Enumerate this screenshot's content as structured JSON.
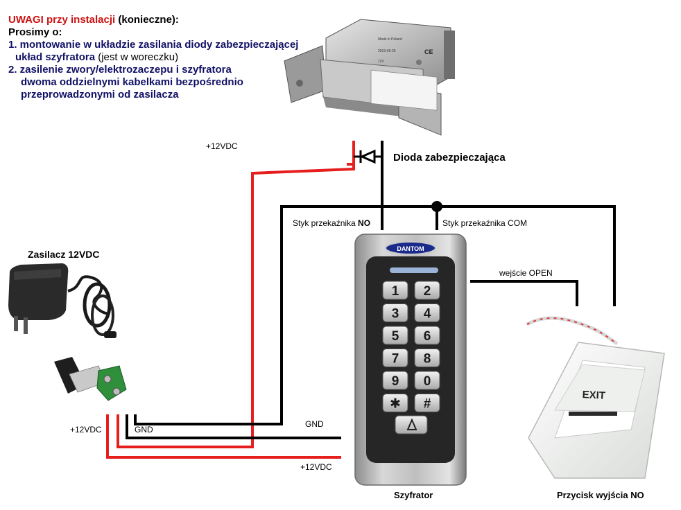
{
  "notes": {
    "title_red": "UWAGI przy instalacji",
    "title_rest": " (konieczne):",
    "intro": "Prosimy o:",
    "item1_line1": "1. montowanie w układzie zasilania diody zabezpieczającej",
    "item1_line2_bold": "układ szyfratora",
    "item1_line2_plain": " (jest w woreczku)",
    "item2_line1": "2. zasilenie zwory/elektrozaczepu i szyfratora",
    "item2_line2": "dwoma oddzielnymi kabelkami bezpośrednio",
    "item2_line3": "przeprowadzonymi od zasilacza"
  },
  "labels": {
    "plus12_top": "+12VDC",
    "diode": "Dioda zabezpieczająca",
    "relay_no_prefix": "Styk przekaźnika ",
    "relay_no_suffix": "NO",
    "relay_com": "Styk przekaźnika COM",
    "open_input": "wejście OPEN",
    "power_supply": "Zasilacz 12VDC",
    "plus12_left": "+12VDC",
    "gnd_left": "GND",
    "gnd_mid": "GND",
    "plus12_bottom": "+12VDC",
    "keypad": "Szyfrator",
    "exit_button": "Przycisk wyjścia NO"
  },
  "keypad": {
    "brand": "DANTOM",
    "keys": [
      "1",
      "2",
      "3",
      "4",
      "5",
      "6",
      "7",
      "8",
      "9",
      "0",
      "✱",
      "#"
    ]
  },
  "exit_button": {
    "text": "EXIT"
  },
  "lock": {
    "plate_text": [
      "Made in Poland",
      "2019-06-25",
      "12V"
    ],
    "ce_mark": "CE"
  },
  "colors": {
    "wire_red": "#e61e1e",
    "wire_black": "#000000",
    "title_red": "#cc1111",
    "text_blue": "#111166"
  }
}
